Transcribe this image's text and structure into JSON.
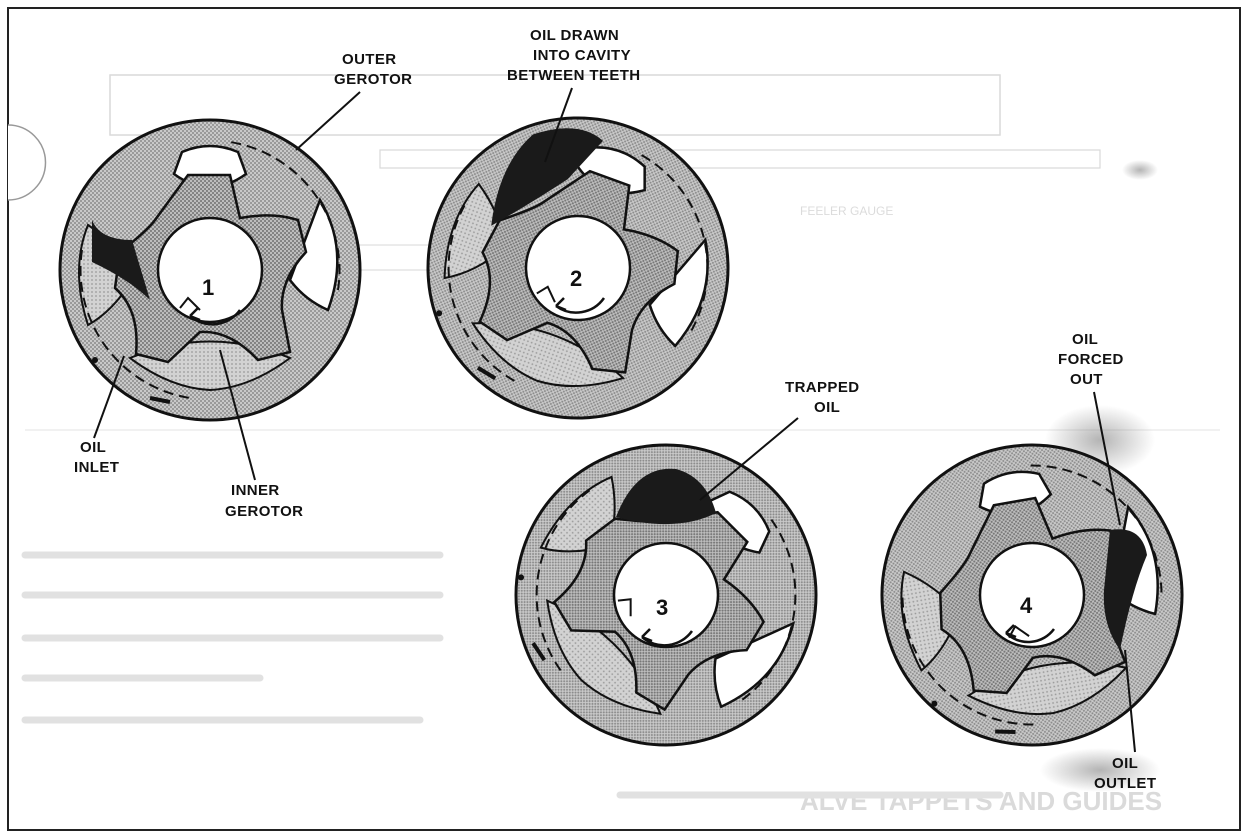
{
  "labels": {
    "outer_gerotor": [
      "OUTER",
      "GEROTOR"
    ],
    "oil_drawn": [
      "OIL DRAWN",
      "INTO CAVITY",
      "BETWEEN TEETH"
    ],
    "oil_inlet": [
      "OIL",
      "INLET"
    ],
    "inner_gerotor": [
      "INNER",
      "GEROTOR"
    ],
    "trapped_oil": [
      "TRAPPED",
      "OIL"
    ],
    "oil_forced_out": [
      "OIL",
      "FORCED",
      "OUT"
    ],
    "oil_outlet": [
      "OIL",
      "OUTLET"
    ]
  },
  "stages": [
    "1",
    "2",
    "3",
    "4"
  ],
  "show_through": {
    "filter_gauge": "FEELER GAUGE",
    "bottom_heading": "ALVE TAPPETS AND GUIDES"
  },
  "colors": {
    "outline": "#111111",
    "dark_oil": "#1a1a1a",
    "screen_dark": "#8f8f8f",
    "screen_light": "#b4b4b4",
    "paper": "#ffffff"
  }
}
